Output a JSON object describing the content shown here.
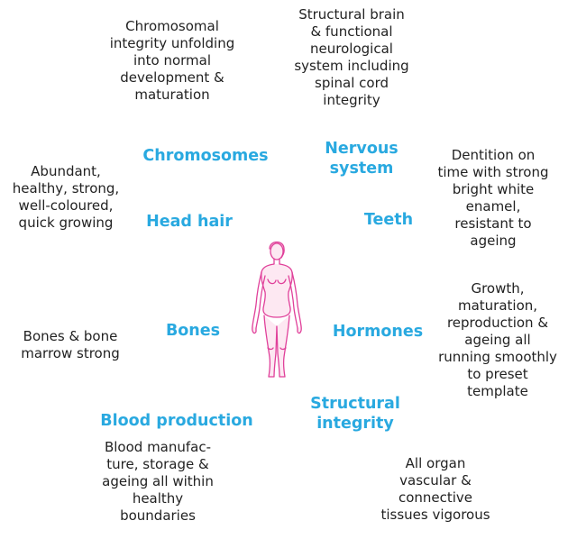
{
  "accent_color": "#29a9e0",
  "figure_color": "#e0409a",
  "labels": {
    "chromosomes": "Chromosomes",
    "nervous_system": "Nervous\nsystem",
    "teeth": "Teeth",
    "head_hair": "Head hair",
    "bones": "Bones",
    "hormones": "Hormones",
    "structural_integrity": "Structural\nintegrity",
    "blood_production": "Blood production"
  },
  "descriptions": {
    "chromosomes": "Chromosomal\nintegrity unfolding\ninto normal\ndevelopment &\nmaturation",
    "nervous_system": "Structural brain\n& functional\nneurological\nsystem including\nspinal cord\nintegrity",
    "teeth": "Dentition on\ntime with strong\nbright white\nenamel,\nresistant to\nageing",
    "head_hair": "Abundant,\nhealthy, strong,\nwell-coloured,\nquick growing",
    "bones": "Bones & bone\nmarrow strong",
    "hormones": "Growth,\nmaturation,\nreproduction &\nageing all\nrunning smoothly\nto preset\ntemplate",
    "structural_integrity": "All organ\nvascular &\nconnective\ntissues vigorous",
    "blood_production": "Blood manufac-\nture, storage &\nageing all within\nhealthy\nboundaries"
  },
  "figure_icon": "human-body-figure-icon"
}
